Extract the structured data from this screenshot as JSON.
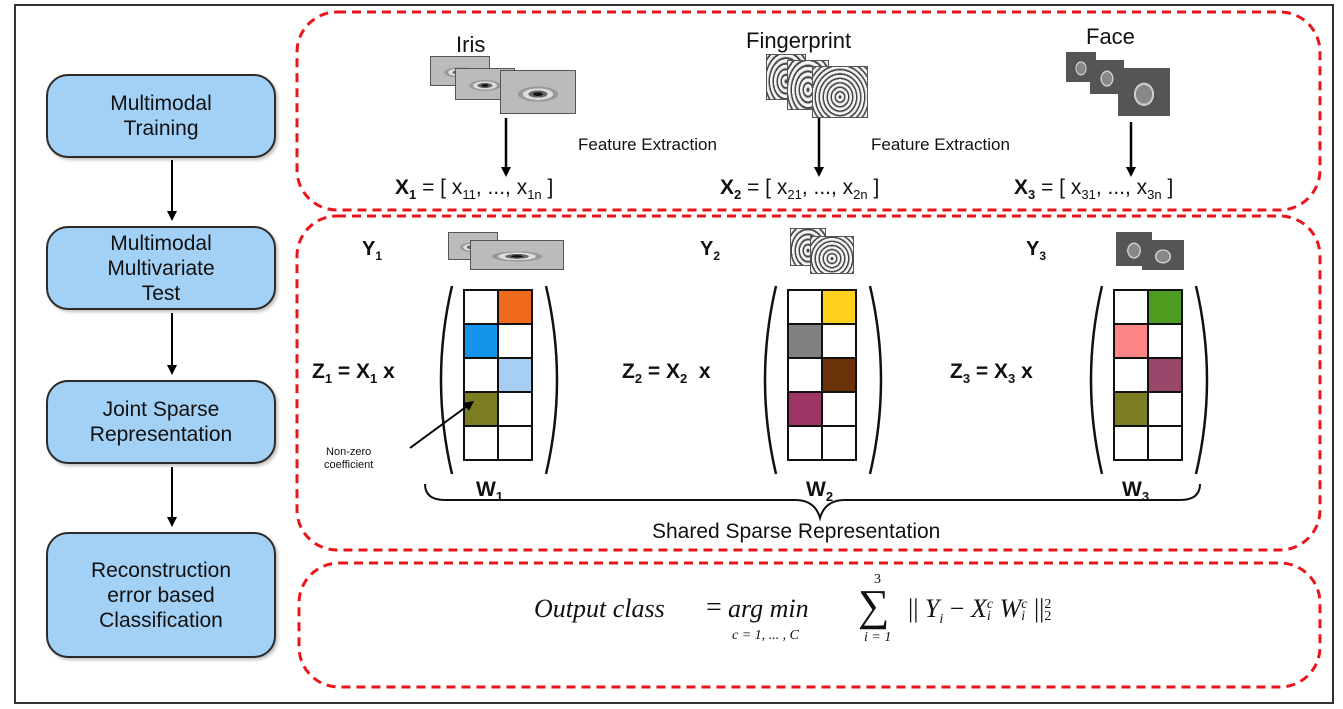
{
  "pipeline": {
    "steps": [
      {
        "label_1": "Multimodal",
        "label_2": "Training"
      },
      {
        "label_1": "Multimodal",
        "label_2": "Multivariate",
        "label_3": "Test"
      },
      {
        "label_1": "Joint Sparse",
        "label_2": "Representation"
      },
      {
        "label_1": "Reconstruction",
        "label_2": "error based",
        "label_3": "Classification"
      }
    ]
  },
  "training": {
    "modalities": [
      {
        "name": "Iris",
        "x_sym": "X",
        "x_sub": "1",
        "elem_a": "11",
        "elem_b": "1n"
      },
      {
        "name": "Fingerprint",
        "x_sym": "X",
        "x_sub": "2",
        "elem_a": "21",
        "elem_b": "2n"
      },
      {
        "name": "Face",
        "x_sym": "X",
        "x_sub": "3",
        "elem_a": "31",
        "elem_b": "3n"
      }
    ],
    "feature_label_1": "Feature Extraction",
    "feature_label_2": "Feature Extraction"
  },
  "sparse": {
    "blocks": [
      {
        "y_sym": "Y",
        "y_sub": "1",
        "z_sym": "Z",
        "z_sub": "1",
        "x_sym": "X",
        "x_sub": "1",
        "w_sym": "W",
        "w_sub": "1",
        "cells": [
          [
            "#ffffff",
            "#f06a1e"
          ],
          [
            "#1594ec",
            "#ffffff"
          ],
          [
            "#ffffff",
            "#a6cff3"
          ],
          [
            "#7c7c22",
            "#ffffff"
          ],
          [
            "#ffffff",
            "#ffffff"
          ]
        ]
      },
      {
        "y_sym": "Y",
        "y_sub": "2",
        "z_sym": "Z",
        "z_sub": "2",
        "x_sym": "X",
        "x_sub": "2",
        "w_sym": "W",
        "w_sub": "2",
        "cells": [
          [
            "#ffffff",
            "#fdd11c"
          ],
          [
            "#808080",
            "#ffffff"
          ],
          [
            "#ffffff",
            "#6b3309"
          ],
          [
            "#9c3564",
            "#ffffff"
          ],
          [
            "#ffffff",
            "#ffffff"
          ]
        ]
      },
      {
        "y_sym": "Y",
        "y_sub": "3",
        "z_sym": "Z",
        "z_sub": "3",
        "x_sym": "X",
        "x_sub": "3",
        "w_sym": "W",
        "w_sub": "3",
        "cells": [
          [
            "#ffffff",
            "#4f9d20"
          ],
          [
            "#fc8585",
            "#ffffff"
          ],
          [
            "#ffffff",
            "#98476b"
          ],
          [
            "#7c7c22",
            "#ffffff"
          ],
          [
            "#ffffff",
            "#ffffff"
          ]
        ]
      }
    ],
    "nonzero_label_1": "Non-zero",
    "nonzero_label_2": "coefficient",
    "shared_label": "Shared Sparse Representation"
  },
  "formula": {
    "lhs": "Output class",
    "eq": "=",
    "argmin": "arg min",
    "argmin_sub": "c = 1, ... , C",
    "sum_top": "3",
    "sum_bottom": "i = 1",
    "norm_open": "|| ",
    "Y": "Y",
    "Y_sub": "i",
    "minus": " − ",
    "X": "X",
    "X_sup": "c",
    "X_sub": "i",
    "W": "W",
    "W_sup": "c",
    "W_sub": "i",
    "norm_close": "||",
    "norm_sup": "2",
    "norm_sub": "2"
  },
  "colors": {
    "dashed_border": "#e8161b",
    "step_fill": "#a3d0f5",
    "grid_line": "#111111"
  }
}
